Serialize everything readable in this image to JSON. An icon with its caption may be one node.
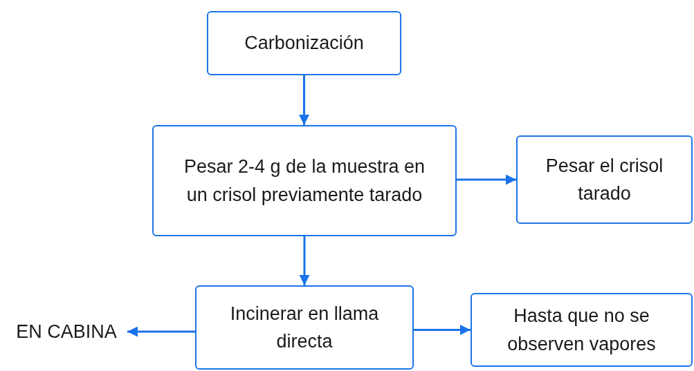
{
  "diagram": {
    "nodes": [
      {
        "text": [
          "Carbonización"
        ]
      },
      {
        "text": [
          "Pesar 2-4 g de la muestra en un crisol previamente tarado"
        ]
      },
      {
        "text": [
          "Pesar el crisol tarado"
        ]
      },
      {
        "text": [
          "Incinerar en llama directa"
        ]
      },
      {
        "text": [
          "Hasta que no se observen vapores"
        ]
      },
      {
        "text": [
          "EN CABINA"
        ]
      }
    ],
    "edges": [
      {
        "from": 0,
        "to": 1,
        "arrow": "to"
      },
      {
        "from": 1,
        "to": 2,
        "arrow": "to"
      },
      {
        "from": 1,
        "to": 3,
        "arrow": "to"
      },
      {
        "from": 3,
        "to": 5,
        "arrow": "to"
      },
      {
        "from": 3,
        "to": 4,
        "arrow": "to"
      }
    ]
  }
}
